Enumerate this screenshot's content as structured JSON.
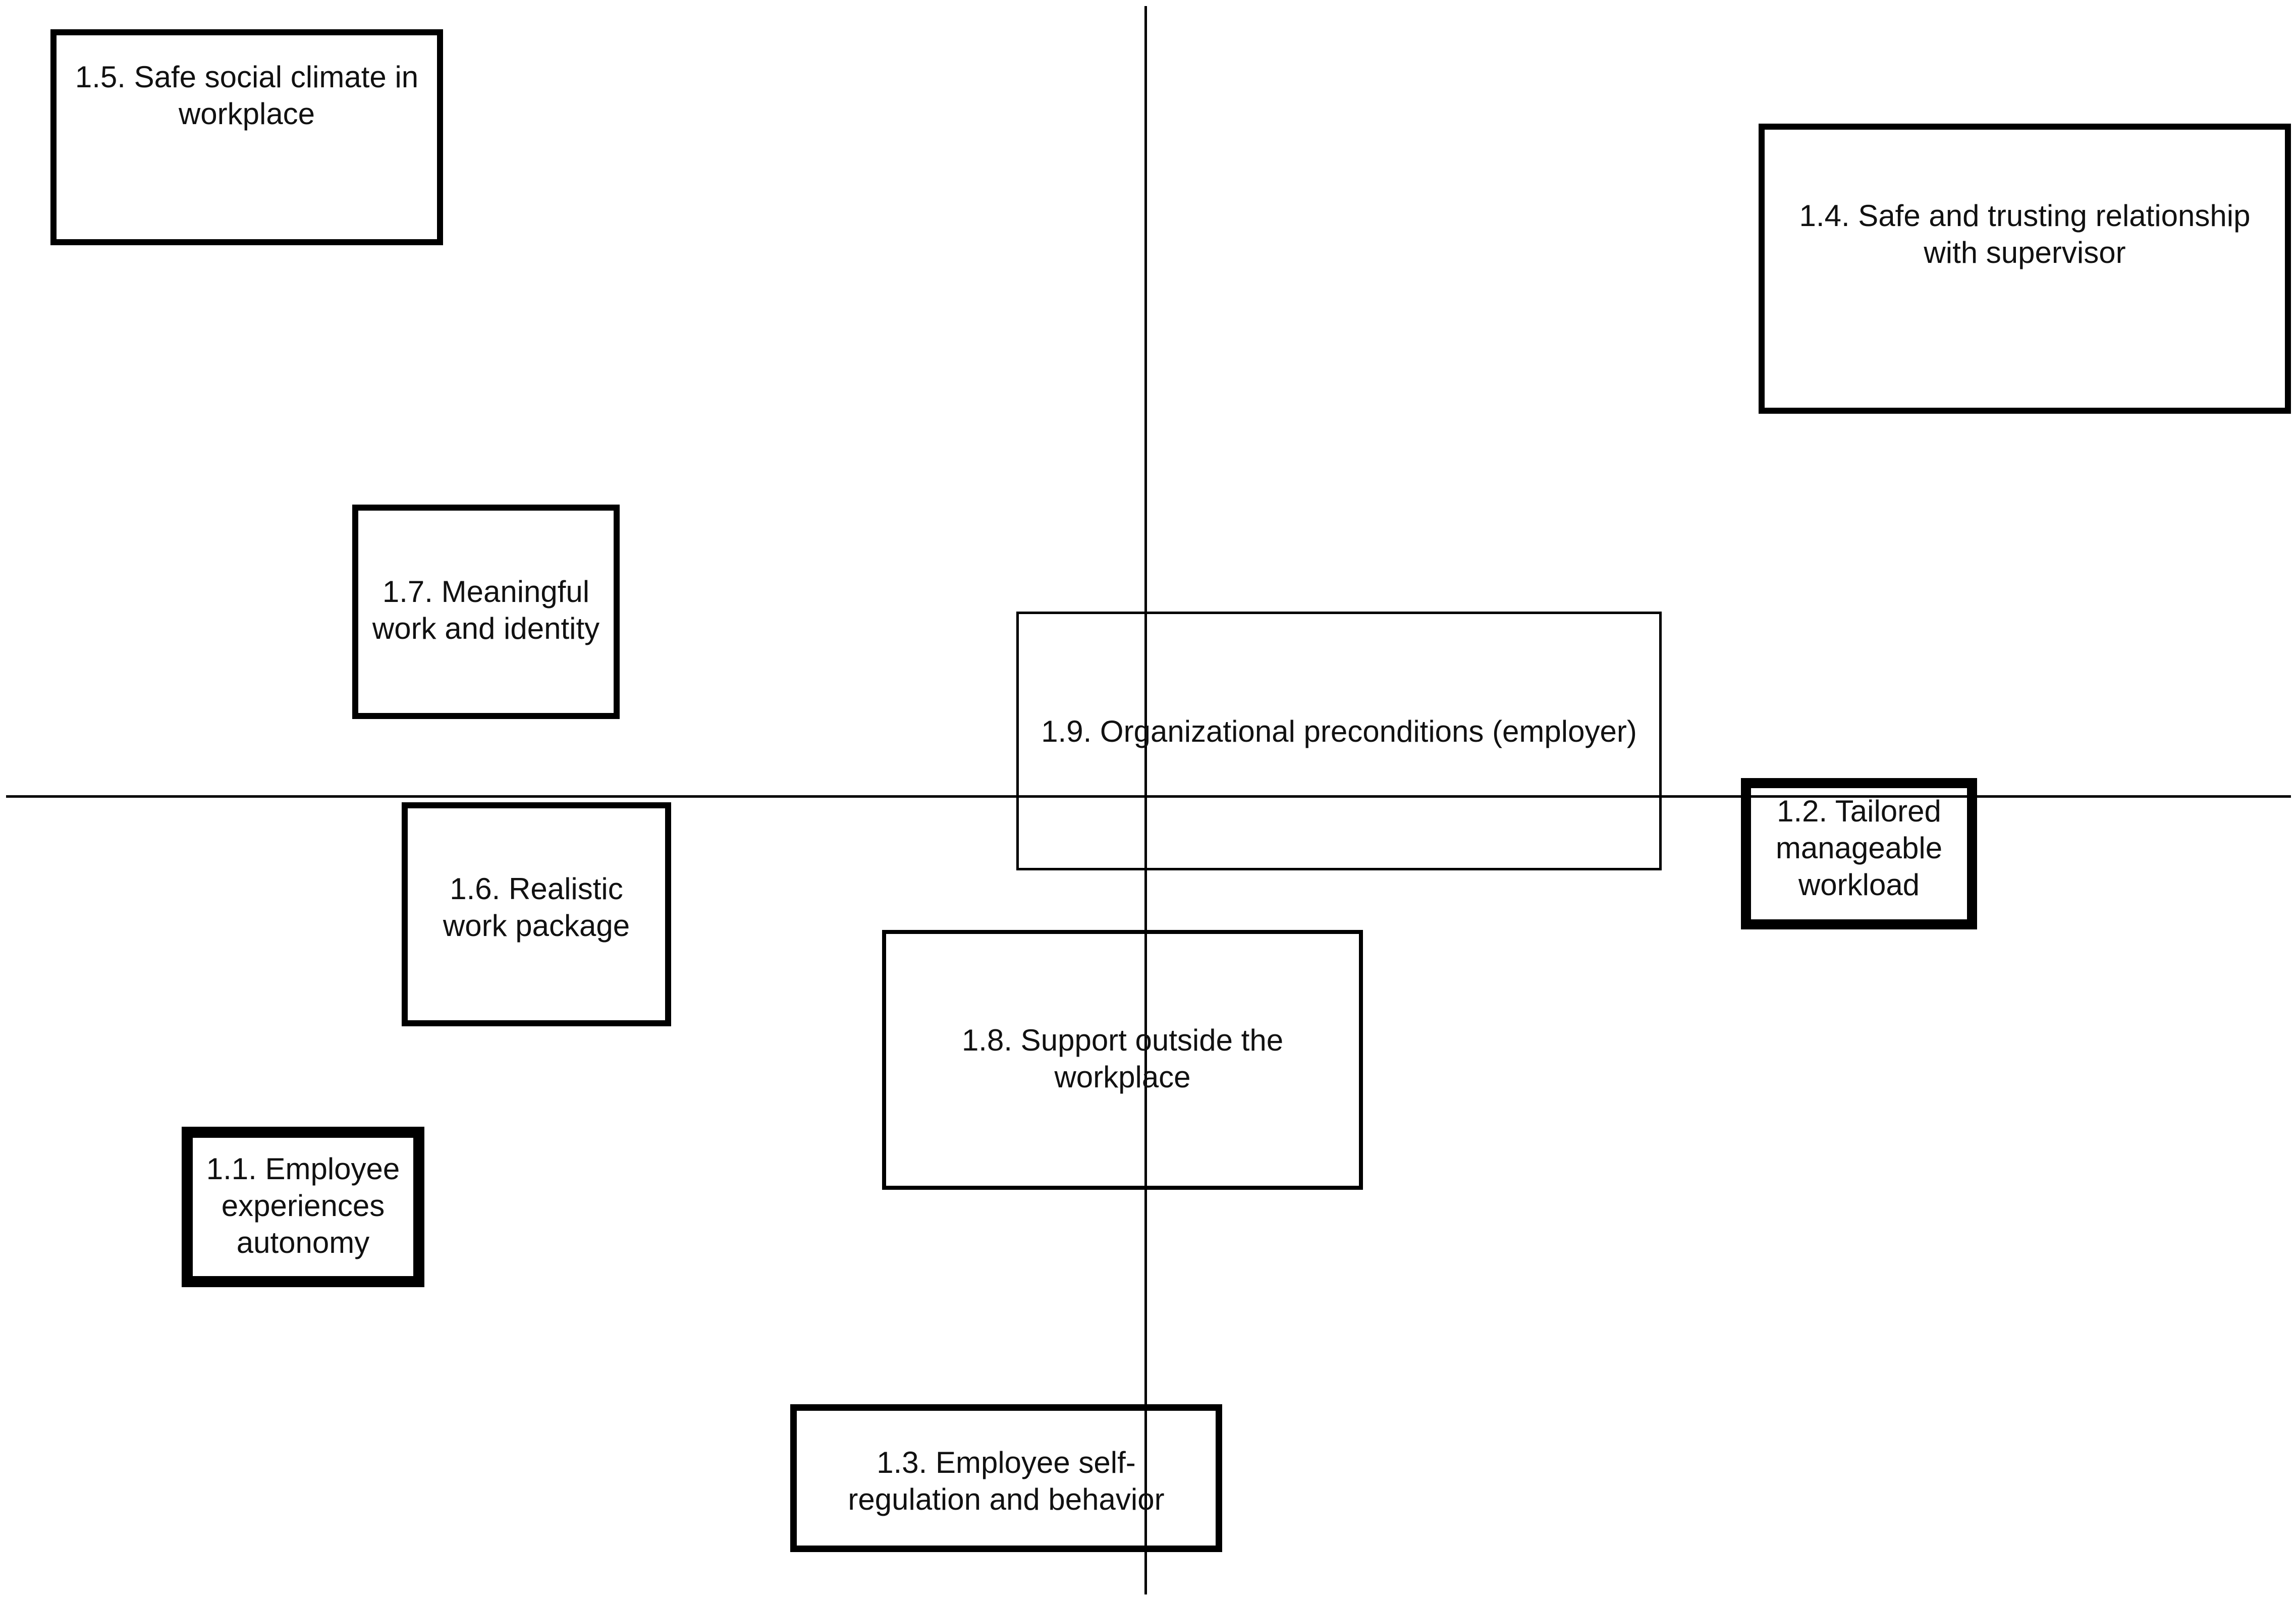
{
  "diagram": {
    "boxes": [
      {
        "id": "1.1",
        "label": "1.1. Employee experiences autonomy"
      },
      {
        "id": "1.2",
        "label": "1.2. Tailored manageable workload"
      },
      {
        "id": "1.3",
        "label": "1.3. Employee self-regulation and behavior"
      },
      {
        "id": "1.4",
        "label": "1.4. Safe and trusting relationship with supervisor"
      },
      {
        "id": "1.5",
        "label": "1.5. Safe social climate in workplace"
      },
      {
        "id": "1.6",
        "label": "1.6. Realistic work package"
      },
      {
        "id": "1.7",
        "label": "1.7. Meaningful work and identity"
      },
      {
        "id": "1.8",
        "label": "1.8. Support outside the workplace"
      },
      {
        "id": "1.9",
        "label": "1.9. Organizational preconditions (employer)"
      }
    ],
    "colors": {
      "line": "#000000",
      "background": "#ffffff",
      "text": "#111111"
    }
  }
}
